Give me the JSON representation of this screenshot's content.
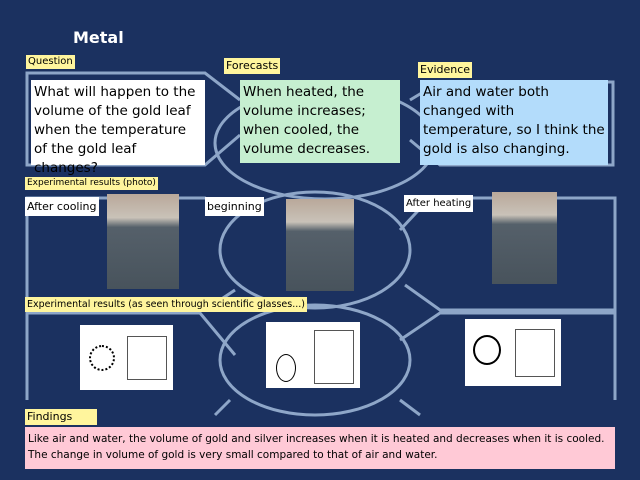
{
  "title": "Metal",
  "question": {
    "label": "Question",
    "text": "What will happen to the volume of the gold leaf when the temperature of the gold leaf changes?"
  },
  "forecasts": {
    "label": "Forecasts",
    "text": "When heated, the volume increases; when cooled, the volume decreases."
  },
  "evidence": {
    "label": "Evidence",
    "text": "Air and water both changed with temperature, so I think the gold is also changing."
  },
  "photos": {
    "label": "Experimental results (photo)",
    "after_cooling": "After cooling",
    "beginning": "beginning",
    "after_heating": "After heating"
  },
  "glasses": {
    "label": "Experimental results (as seen through scientific glasses...)"
  },
  "findings": {
    "label": "Findings",
    "text": "Like air and water, the volume of gold and silver increases when it is heated and decreases when it is cooled. The change in volume of gold is very small compared to that of air and water."
  },
  "colors": {
    "background": "#1b3160",
    "label": "#fff59d",
    "forecast": "#c6efd0",
    "evidence": "#b3dcfb",
    "findings": "#ffc9d6",
    "outline": "#8ea6c8"
  }
}
